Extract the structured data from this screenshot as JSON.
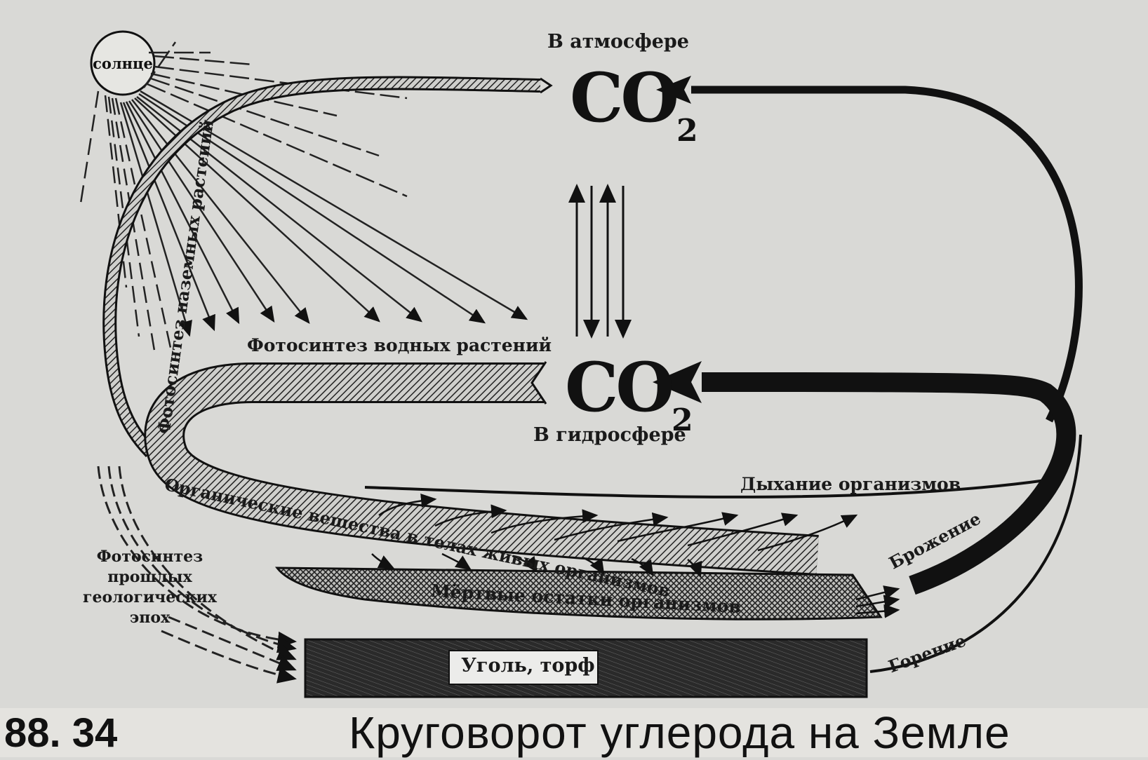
{
  "sun_label": "солнце",
  "atmosphere_label": "В атмосфере",
  "hydrosphere_label": "В гидросфере",
  "co2_atmosphere": "CO",
  "co2_hydrosphere": "CO",
  "co2_subscript": "2",
  "land_photosynthesis": "Фотосинтез наземных растений",
  "water_photosynthesis": "Фотосинтез водных растений",
  "organic_matter": "Органические вещества в телах живых организмов",
  "respiration": "Дыхание организмов",
  "dead_remains": "Мёртвые остатки организмов",
  "fermentation": "Брожение",
  "combustion": "Горение",
  "past_photosynthesis": [
    "Фотосинтез",
    "прошлых",
    "геологических",
    "эпох"
  ],
  "coal_peat": "Уголь, торф",
  "slide_number": "88. 34",
  "slide_title": "Круговорот углерода на Земле",
  "colors": {
    "background": "#d9d9d6",
    "ink": "#111111"
  }
}
